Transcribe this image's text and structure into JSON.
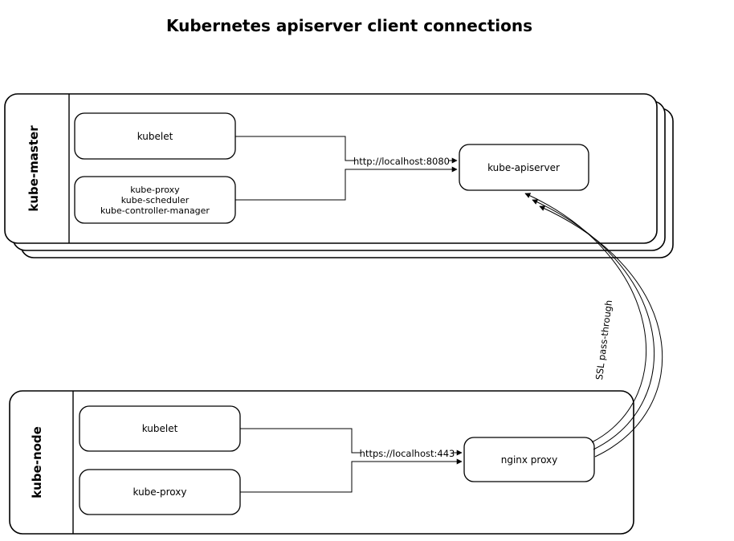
{
  "title": "Kubernetes apiserver client connections",
  "master": {
    "label": "kube-master",
    "kubelet_label": "kubelet",
    "proxy_box": {
      "lines": [
        "kube-proxy",
        "kube-scheduler",
        "kube-controller-manager"
      ]
    },
    "apiserver_label": "kube-apiserver",
    "edge_label": "http://localhost:8080"
  },
  "node": {
    "label": "kube-node",
    "kubelet_label": "kubelet",
    "proxy_label": "kube-proxy",
    "nginx_label": "nginx proxy",
    "edge_label": "https://localhost:443"
  },
  "ssl": {
    "label": "SSL pass-through"
  },
  "colors": {
    "stroke": "#000000",
    "fill": "#ffffff"
  }
}
